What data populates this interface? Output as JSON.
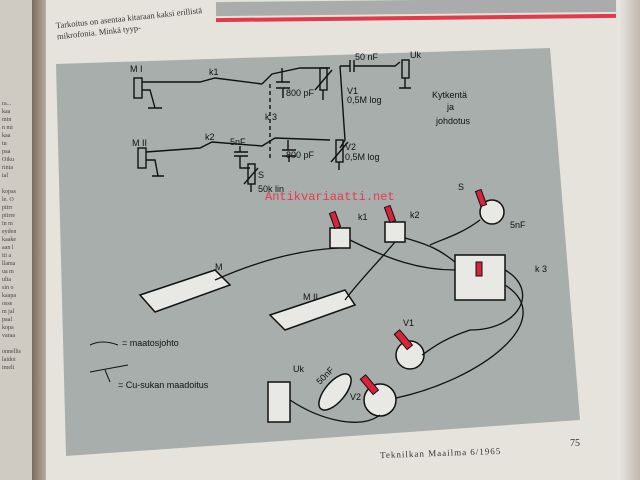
{
  "left_page": {
    "text_lines": [
      "ra...",
      "kaa",
      "min",
      "n mi",
      "kaa",
      "tu",
      "paa",
      "Oiku",
      "rinta",
      "tal",
      "",
      "kopas",
      "le. O",
      "piirr",
      "piirre",
      "in m",
      "eyden",
      "kaake",
      "aan l",
      "tti a",
      "llama",
      "ua m",
      "ulta",
      "sin o",
      "kaapa",
      "osse",
      "m jal",
      "paal",
      "kopa",
      "varaa",
      "",
      "onnellis",
      "laidoi",
      "imeli"
    ]
  },
  "top_text": "Tarkoitus on asentaa kitaraan kaksi erillistä mikrofonia. Minkä tyyp-",
  "watermark": "Antikvariaatti.net",
  "schematic": {
    "labels": {
      "m1": "M I",
      "m2": "M II",
      "k1": "k1",
      "k2": "k2",
      "k3": "k 3",
      "c50": "50 nF",
      "uk": "Uk",
      "c800a": "800 pF",
      "c800b": "800 pF",
      "v1": "V1",
      "v1val": "0,5M log",
      "v2": "V2",
      "v2val": "0,5M log",
      "c5": "5nF",
      "s": "S",
      "sval": "50k lin"
    },
    "title": [
      "Kytkentä",
      "ja",
      "johdotus"
    ]
  },
  "wiring": {
    "labels": {
      "s": "S",
      "c5": "5nF",
      "k1": "k1",
      "k2": "k2",
      "k3": "k 3",
      "m": "M",
      "m2": "M II",
      "v1": "V1",
      "v2": "V2",
      "uk": "Uk",
      "c50": "50nF"
    }
  },
  "legend": [
    {
      "label": "= maatosjohto"
    },
    {
      "label": "= Cu-sukan maadoitus"
    }
  ],
  "footer": {
    "magazine": "Teknilkan Maailma 6/1965",
    "page": "75"
  },
  "colors": {
    "panel": "#a7aeac",
    "knob": "#d8243a",
    "red_rule": "#e03a4b"
  }
}
